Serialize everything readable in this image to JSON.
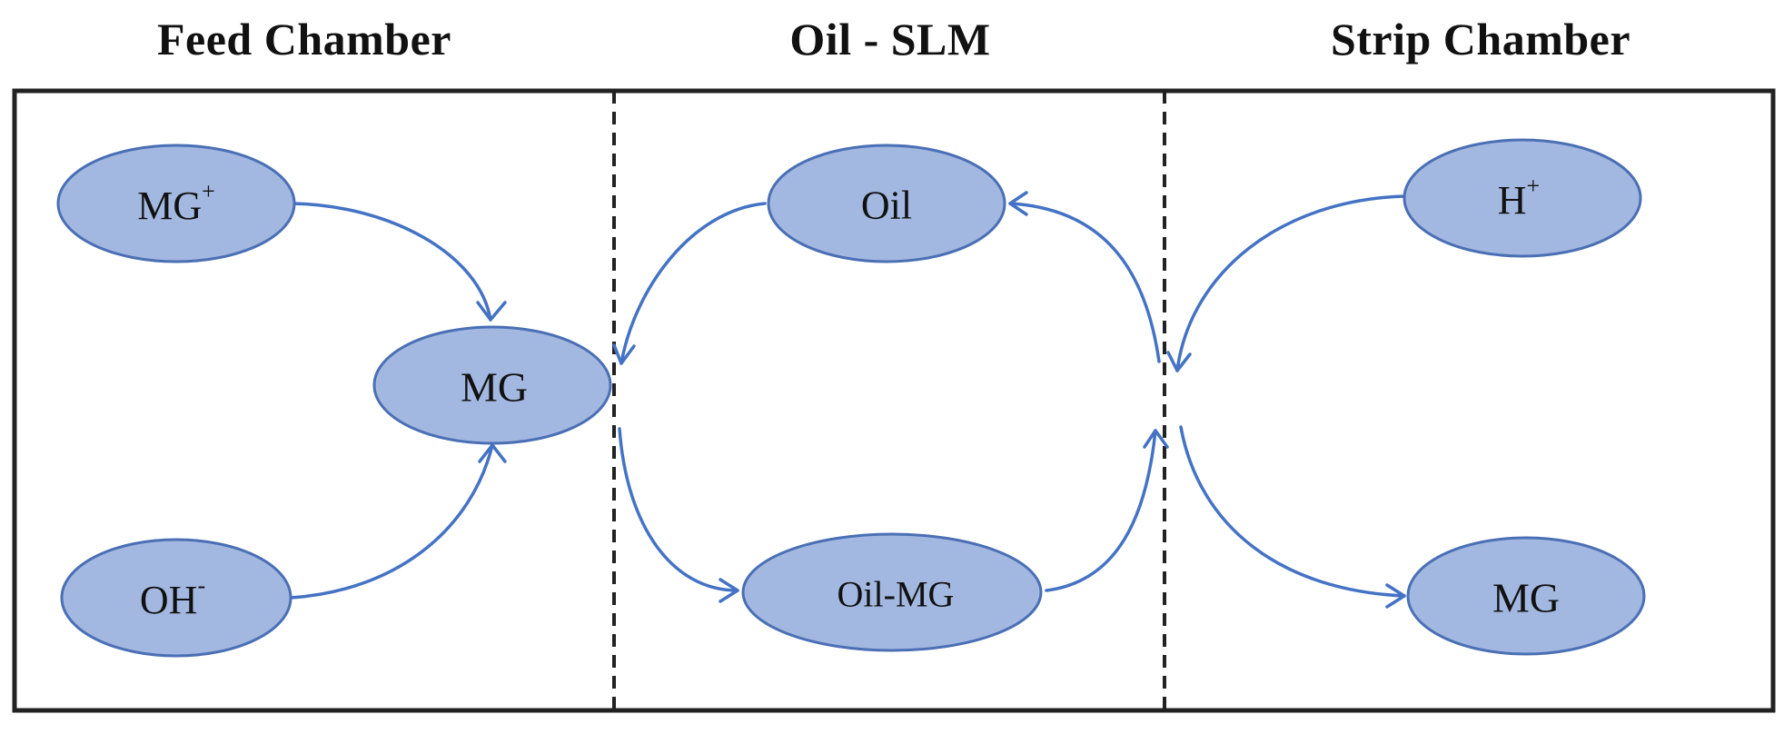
{
  "chambers": [
    {
      "id": "feed",
      "title": "Feed Chamber"
    },
    {
      "id": "membrane",
      "title": "Oil - SLM"
    },
    {
      "id": "strip",
      "title": "Strip Chamber"
    }
  ],
  "nodes": [
    {
      "id": "mg-plus",
      "base": "MG",
      "sup": "+"
    },
    {
      "id": "oh-minus",
      "base": "OH",
      "sup": "-"
    },
    {
      "id": "mg-feed",
      "base": "MG",
      "sup": ""
    },
    {
      "id": "oil",
      "base": "Oil",
      "sup": ""
    },
    {
      "id": "oil-mg",
      "base": "Oil-MG",
      "sup": ""
    },
    {
      "id": "h-plus",
      "base": "H",
      "sup": "+"
    },
    {
      "id": "mg-strip",
      "base": "MG",
      "sup": ""
    }
  ],
  "colors": {
    "node_fill": "#a3b8e0",
    "node_stroke": "#4a6fb5",
    "arrow": "#4472c4",
    "frame": "#222222"
  }
}
